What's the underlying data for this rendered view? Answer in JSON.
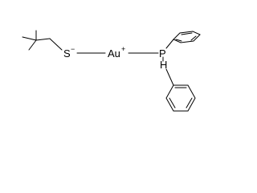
{
  "structure": {
    "sulfur_label": "S",
    "sulfur_charge": "−",
    "gold_label": "Au",
    "gold_charge": "+",
    "phosphorus_label": "P",
    "hydrogen_label": "H"
  },
  "colors": {
    "ink": "#000000",
    "background": "#ffffff"
  }
}
